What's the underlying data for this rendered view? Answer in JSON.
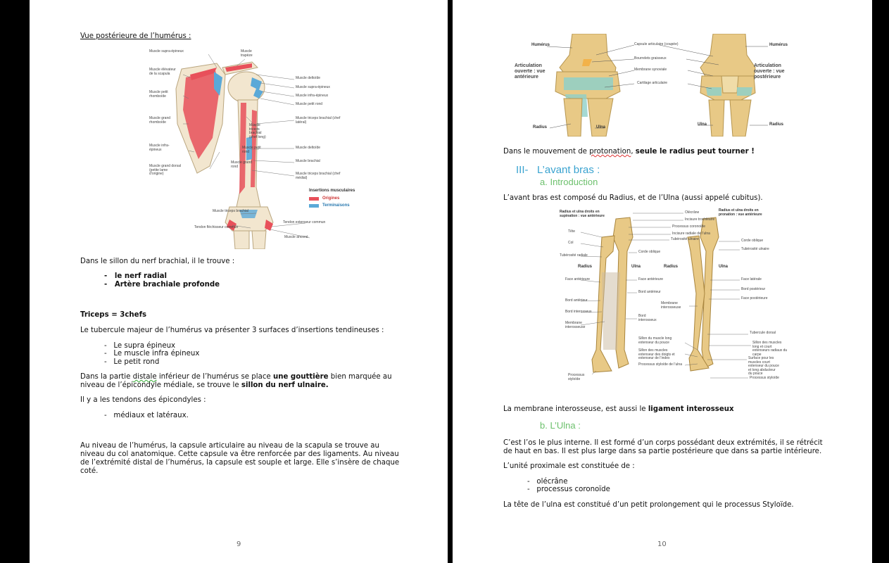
{
  "left": {
    "title": "Vue postérieure de l’humérus :",
    "figure_labels": {
      "supra_epineux": "Muscle supra-épineux",
      "trapeze": "Muscle trapèze",
      "elevateur": "Muscle élévateur de la scapula",
      "petit_rhomboide": "Muscle petit rhomboïde",
      "grand_rhomboide": "Muscle grand rhomboïde",
      "infra_epineux_l": "Muscle infra-épineux",
      "grand_dorsal": "Muscle grand dorsal (petite lame d’origine)",
      "deltoide_r": "Muscle deltoïde",
      "supra_epineux_r": "Muscle supra-épineux",
      "infra_epineux_r": "Muscle infra-épineux",
      "petit_rond_r": "Muscle petit rond",
      "triceps_lat": "Muscle triceps brachial (chef latéral)",
      "triceps_long": "Muscle triceps brachial (chef long)",
      "petit_rond": "Muscle petit rond",
      "grand_rond": "Muscle grand rond",
      "deltoide2": "Muscle deltoïde",
      "brachial": "Muscle brachial",
      "triceps_med": "Muscle triceps brachial (chef médial)",
      "insertions": "Insertions musculaires",
      "origines": "Origines",
      "terminaisons": "Terminaisons",
      "triceps_bottom": "Muscle triceps brachial",
      "flechisseur": "Tendon fléchisseur commun",
      "extenseur": "Tendon extenseur commun",
      "ancone": "Muscle anconé"
    },
    "p1": "Dans le sillon du nerf brachial, il le trouve :",
    "list1": [
      "le nerf radial",
      "Artère brachiale profonde"
    ],
    "triceps": "Triceps = 3chefs",
    "p2": "Le tubercule majeur de l’humérus va présenter 3 surfaces d’insertions tendineuses :",
    "list2": [
      "Le supra épineux",
      "Le muscle infra épineux",
      "Le petit rond"
    ],
    "p3_a": "Dans la partie ",
    "p3_distale": "distale",
    "p3_b": " inférieur de l’humérus se place ",
    "p3_gouttiere": "une gouttière",
    "p3_c": " bien marquée au",
    "p3_line2_a": "niveau de l’épicondyle médiale, se trouve le ",
    "p3_sillon": "sillon du nerf ulnaire.",
    "p4": "Il y a les tendons des épicondyles :",
    "list3": [
      "médiaux et latéraux."
    ],
    "p5_l1": "Au niveau de l’humérus, la capsule articulaire au niveau de la scapula  se trouve au",
    "p5_l2": "niveau du col anatomique. Cette capsule va être renforcée par des ligaments. Au niveau",
    "p5_l3": "de l’extrémité distal de l’humérus, la capsule est souple et large. Elle s’insère de chaque",
    "p5_l4": "coté.",
    "page_number": "9"
  },
  "right": {
    "elbow_labels": {
      "humerus_l": "Humérus",
      "humerus_r": "Humérus",
      "art_ant": "Articulation ouverte : vue antérieure",
      "art_post": "Articulation ouverte : vue postérieure",
      "capsule": "Capsule articulaire (coupée)",
      "bourrelets": "Bourrelets graisseux",
      "synoviale": "Membrane synoviale",
      "cartilage": "Cartilage articulaire",
      "radius_l": "Radius",
      "ulna_l": "Ulna",
      "ulna_r": "Ulna",
      "radius_r": "Radius"
    },
    "p1_a": "Dans le mouvement de ",
    "p1_pronation": "protonation",
    "p1_b": ", ",
    "p1_bold": "seule le radius peut tourner !",
    "h3_num": "III-",
    "h3_text": "L’avant bras :",
    "ha": "a. Introduction",
    "p2": "L’avant bras est composé du Radius, et de l’Ulna (aussi appelé cubitus).",
    "forearm_labels": {
      "title_l": "Radius et ulna droits en supination : vue antérieure",
      "title_r": "Radius et ulna droits en pronation : vue antérieure",
      "olecrane": "Olécrâne",
      "incisure_troch": "Incisure trochléaire",
      "proc_coron": "Processus coronoïde",
      "incisure_rad": "Incisure radiale de l’ulna",
      "tete": "Tête",
      "col": "Col",
      "tuberosite_rad": "Tubérosité radiale",
      "tuberosite_uln": "Tubérosité ulnaire",
      "corde_obl": "Corde oblique",
      "radius_a": "Radius",
      "ulna_a": "Ulna",
      "radius_b": "Radius",
      "ulna_b": "Ulna",
      "face_ant_l": "Face antérieure",
      "face_ant_r": "Face antérieure",
      "bord_ant_u": "Bord antérieur",
      "bord_ant": "Bord antérieur",
      "bord_inter": "Bord interosseux",
      "bord_inter2": "Bord interosseux",
      "membrane_l": "Membrane interosseuse",
      "membrane_r": "Membrane interosseuse",
      "corde_obl2": "Corde oblique",
      "tuberosite_uln2": "Tubérosité ulnaire",
      "face_lat": "Face latérale",
      "bord_post": "Bord postérieur",
      "face_post": "Face postérieure",
      "tubercule_dorsal": "Tubercule dorsal",
      "sillon_long": "Sillon des muscles long et court extenseurs radiaux du carpe",
      "sillon_muscle": "Sillon du muscle long extenseur du pouce",
      "sillon_doigts": "Sillon des muscles extenseur des doigts et extenseur de l’index",
      "proc_styl_ulna": "Processus styloïde de l’ulna",
      "surface_court": "Surface pour les muscles court extenseur du pouce et long abducteur du pouce",
      "proc_styl": "Processus styloïde",
      "proc_styl2": "Processus styloïde"
    },
    "p3_a": "La membrane interosseuse, est aussi le ",
    "p3_bold": "ligament interosseux",
    "hb": "b. L’Ulna :",
    "p4_l1": "C’est l’os le plus interne. Il est formé d’un corps possédant deux extrémités, il se rétrécit",
    "p4_l2": "de haut en bas. Il est plus large dans sa partie postérieure que dans sa partie intérieure.",
    "p5": "L’unité proximale est constituée de :",
    "list": [
      "olécrâne",
      "processus coronoïde"
    ],
    "p6": "La tête de l’ulna est constitué d’un petit prolongement qui le processus Styloïde.",
    "page_number": "10"
  },
  "colors": {
    "origine": "#e8505a",
    "terminaison": "#5aa9d8",
    "heading": "#3aa3d0",
    "subheading": "#6cc06c",
    "bone": "#e8c986"
  }
}
